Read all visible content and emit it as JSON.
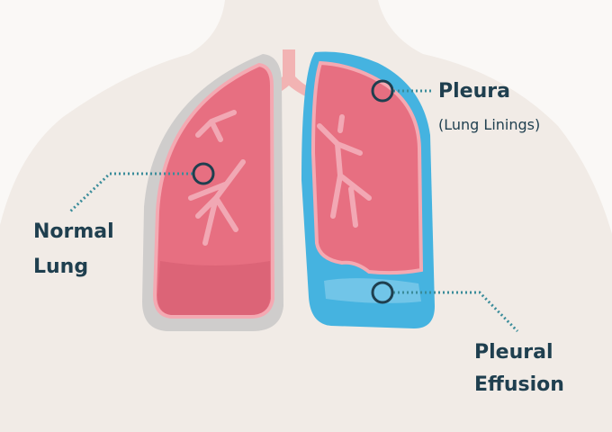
{
  "labels": {
    "normal_lung": [
      "Normal",
      "Lung"
    ],
    "pleura": "Pleura",
    "pleura_sub": "(Lung Linings)",
    "pleural_effusion": [
      "Pleural",
      "Effusion"
    ]
  },
  "colors": {
    "text": "#1f3f4f",
    "lung": "#e76f81",
    "lung_dark": "#d65a6e",
    "pleura_normal": "#c9c9c9",
    "effusion": "#45b3e0",
    "marker": "#1f3f4f",
    "body": "#f1ebe6"
  }
}
